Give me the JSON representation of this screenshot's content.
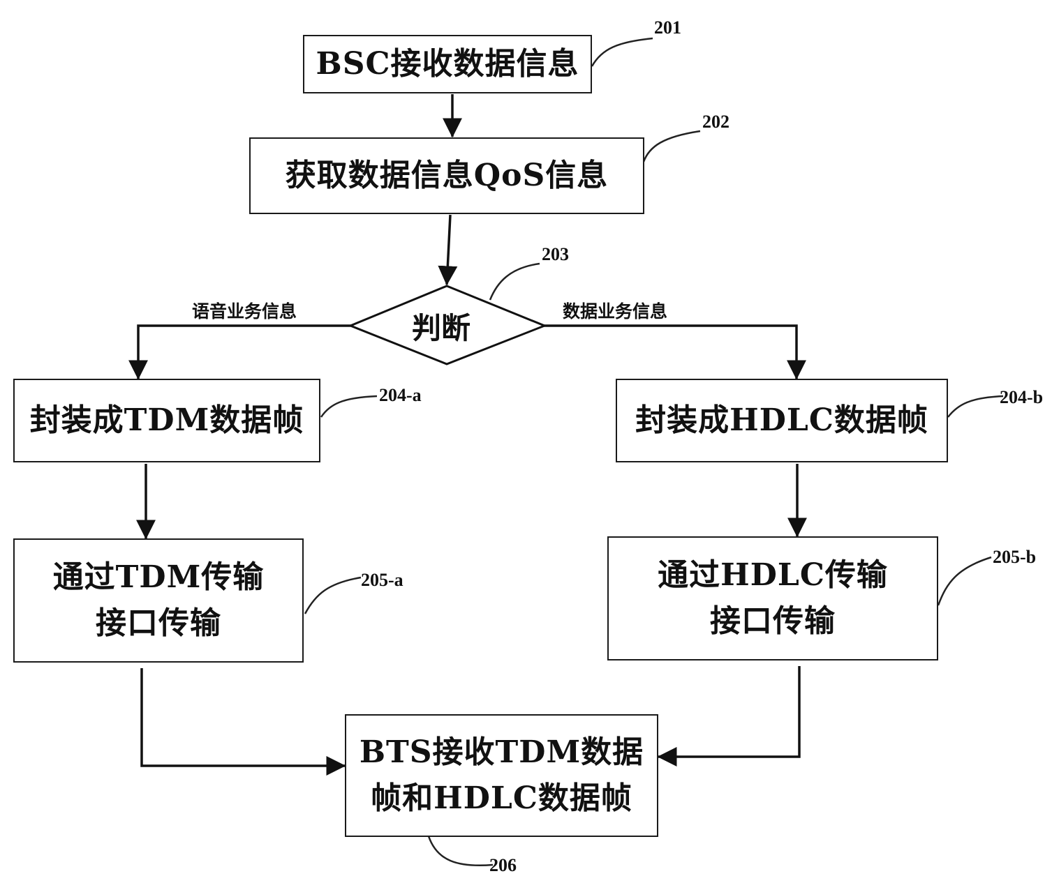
{
  "nodes": {
    "n201": {
      "lines": [
        "BSC接收数据信息"
      ],
      "ref": "201"
    },
    "n202": {
      "lines": [
        "获取数据信息QoS信息"
      ],
      "ref": "202"
    },
    "n203": {
      "lines": [
        "判断"
      ],
      "ref": "203"
    },
    "n204a": {
      "lines": [
        "封装成TDM数据帧"
      ],
      "ref": "204-a"
    },
    "n204b": {
      "lines": [
        "封装成HDLC数据帧"
      ],
      "ref": "204-b"
    },
    "n205a": {
      "lines": [
        "通过TDM传输",
        "接口传输"
      ],
      "ref": "205-a"
    },
    "n205b": {
      "lines": [
        "通过HDLC传输",
        "接口传输"
      ],
      "ref": "205-b"
    },
    "n206": {
      "lines": [
        "BTS接收TDM数据",
        "帧和HDLC数据帧"
      ],
      "ref": "206"
    }
  },
  "edges": {
    "left_label": "语音业务信息",
    "right_label": "数据业务信息"
  }
}
